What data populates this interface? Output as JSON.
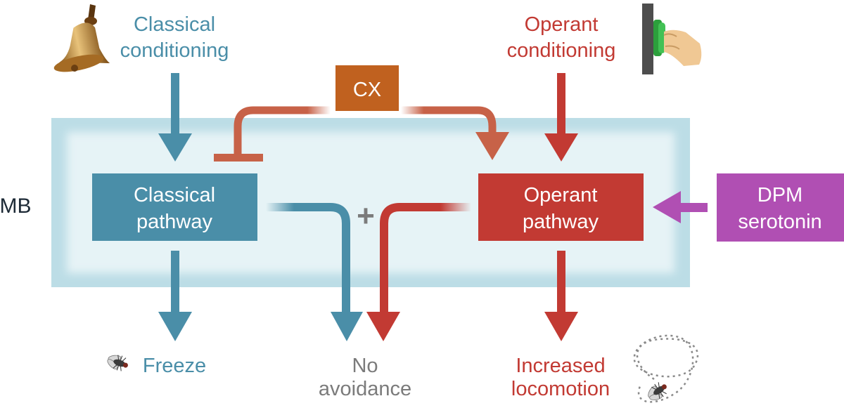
{
  "colors": {
    "classical": "#4a8ea8",
    "operant": "#c23a33",
    "cx": "#c0611f",
    "cx_line": "#c76248",
    "dpm": "#b04fb3",
    "mb_box": "#d3e9ee",
    "gray": "#7b7b7b"
  },
  "labels": {
    "classical_top_1": "Classical",
    "classical_top_2": "conditioning",
    "operant_top_1": "Operant",
    "operant_top_2": "conditioning",
    "cx": "CX",
    "mb": "MB",
    "classical_box_1": "Classical",
    "classical_box_2": "pathway",
    "operant_box_1": "Operant",
    "operant_box_2": "pathway",
    "dpm_1": "DPM",
    "dpm_2": "serotonin",
    "plus": "+",
    "freeze": "Freeze",
    "no_avoid_1": "No",
    "no_avoid_2": "avoidance",
    "locomotion_1": "Increased",
    "locomotion_2": "locomotion"
  },
  "icons": [
    "bell-icon",
    "button-press-icon",
    "fly-icon",
    "fly-trajectory-icon"
  ]
}
